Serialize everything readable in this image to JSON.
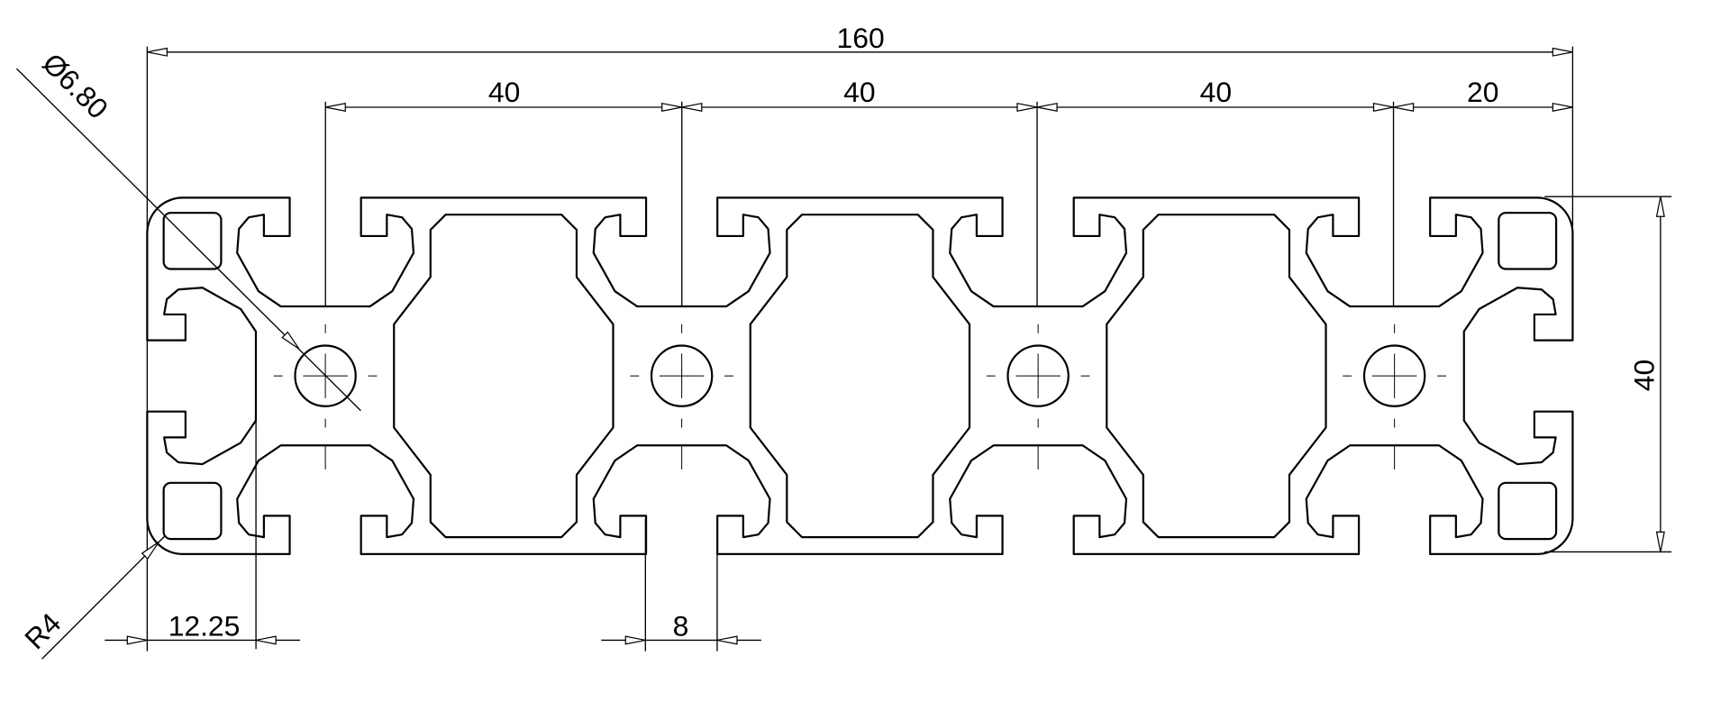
{
  "drawing": {
    "title": "160x40 aluminum extrusion profile cross-section",
    "dimensions": {
      "overall_width": "160",
      "pitch_1": "40",
      "pitch_2": "40",
      "pitch_3": "40",
      "end_pitch": "20",
      "height": "40",
      "hole_diameter": "Ø6.80",
      "corner_radius": "R4",
      "slot_depth": "12.25",
      "slot_width": "8"
    }
  }
}
